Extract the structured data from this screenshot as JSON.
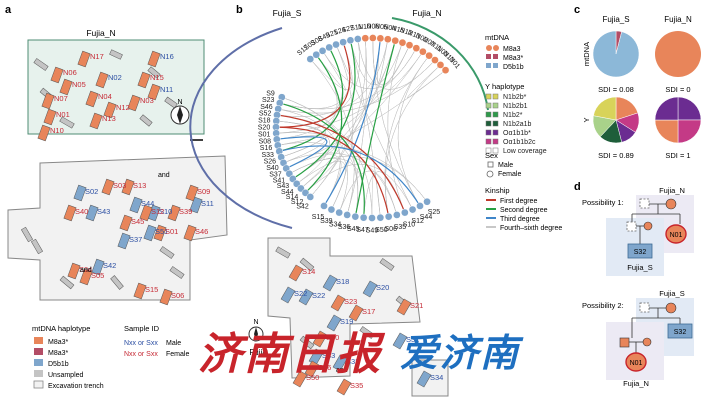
{
  "panels": {
    "a": "a",
    "b": "b",
    "c": "c",
    "d": "d"
  },
  "colors": {
    "m8a3": "#e8855a",
    "m8a3s": "#b34d66",
    "d5b1b": "#7fa6cc",
    "unsampled": "#c4c4c4",
    "first": "#c0392b",
    "second": "#27a043",
    "third": "#3f86c9",
    "fourth": "#c8c8c8",
    "trench_fill": "#e7f2ed",
    "trench_stroke": "#4f8c74",
    "label_blue": "#2c4fa3",
    "label_red": "#c62b36",
    "pie_bg": "#8cb8d8",
    "y_yellow": "#d8d35a",
    "y_lightgreen": "#a9d28a",
    "y_green": "#2e9a4a",
    "y_darkgreen": "#1e5e3a",
    "y_purple": "#6b2c91",
    "y_pink": "#c43a86",
    "y_orange": "#e8855a",
    "wm_red": "#c8242b",
    "wm_blue": "#1e6fc0"
  },
  "panel_a": {
    "site_north": "Fujia_N",
    "north_labels": [
      "N17",
      "N16",
      "N15",
      "N06",
      "N05",
      "N02",
      "N11",
      "N04",
      "N07",
      "N01",
      "N12",
      "N03",
      "N13",
      "N10"
    ],
    "north_icon": "north-arrow-icon",
    "compass_letter": "N",
    "south_labels_blue": [
      "S02",
      "S43",
      "S44",
      "S10",
      "S11",
      "S51",
      "S37",
      "S42"
    ],
    "south_labels_red": [
      "S03",
      "S13",
      "S09",
      "S40",
      "S12",
      "S39",
      "S45",
      "S01",
      "S46",
      "S04",
      "S05",
      "S15",
      "S06"
    ],
    "and_words": [
      "and",
      "and"
    ],
    "legend": {
      "title_mtdna": "mtDNA haplotype",
      "title_sample": "Sample ID",
      "m8a3": "M8a3*",
      "m8a3s": "M8a3*",
      "d5b1b": "D5b1b",
      "unsampled": "Unsampled",
      "trench": "Excavation trench",
      "male_code": "Nxx or Sxx",
      "male": "Male",
      "female_code": "Nxx or Sxx",
      "female": "Female"
    }
  },
  "panel_b": {
    "site_south": "Fujia_S",
    "site_north": "Fujia_N",
    "top_labels": [
      "S17",
      "S03",
      "S08",
      "S49",
      "S21",
      "S24",
      "S27",
      "S11",
      "N10",
      "N06",
      "N05",
      "N04",
      "N15",
      "N12",
      "N13",
      "N02",
      "N07",
      "N11",
      "N03",
      "N13",
      "N01"
    ],
    "left_labels": [
      "S9",
      "S23",
      "S46",
      "S52",
      "S18",
      "S20",
      "S01",
      "S08",
      "S16",
      "S33",
      "S26",
      "S40",
      "S37",
      "S41",
      "S43",
      "S44",
      "S14",
      "S12",
      "S42"
    ],
    "bottom_labels": [
      "S15",
      "S39",
      "S34",
      "S36",
      "S45",
      "S47",
      "S49",
      "S50",
      "S06",
      "S35",
      "S10",
      "S12",
      "S44",
      "S25"
    ],
    "compass_letter": "N",
    "site_bottom": "Fujia",
    "bottom_map_labels": [
      "S14",
      "S22",
      "S18",
      "S23",
      "S20",
      "S17",
      "S21",
      "S19",
      "S22",
      "S30",
      "S31",
      "S33",
      "S32",
      "S36",
      "S35",
      "S34",
      "S50"
    ],
    "and_word": "and",
    "legend": {
      "mtdna_title": "mtDNA",
      "m8a3": "M8a3",
      "m8a3s": "M8a3*",
      "d5b1b": "D5b1b",
      "y_title": "Y haplotype",
      "y_items": [
        "N1b2b*",
        "N1b2b1",
        "N1b2*",
        "N1b2a1b",
        "Oα1b1b*",
        "Oα1b1b2c",
        "Low coverage"
      ],
      "sex_title": "Sex",
      "male": "Male",
      "female": "Female",
      "kinship_title": "Kinship",
      "first": "First degree",
      "second": "Second degree",
      "third": "Third degree",
      "fourth": "Fourth–sixth degree"
    }
  },
  "panel_c": {
    "site_s": "Fujia_S",
    "site_n": "Fujia_N",
    "row_mtdna": "mtDNA",
    "row_y": "Y",
    "sdi_mt_s": "SDI = 0.08",
    "sdi_mt_n": "SDI = 0",
    "sdi_y_s": "SDI = 0.89",
    "sdi_y_n": "SDI = 1"
  },
  "panel_d": {
    "p1_title": "Possibility 1:",
    "p1_site": "Fujia_N",
    "p1_node": "N01",
    "p1_child": "S32",
    "p1_bottom": "Fujia_S",
    "p2_title": "Possibility 2:",
    "p2_site": "Fujia_S",
    "p2_node": "N01",
    "p2_child": "S32",
    "p2_bottom": "Fujia_N"
  },
  "watermark": {
    "cn1": "济南日报",
    "cn2": "爱济南"
  }
}
